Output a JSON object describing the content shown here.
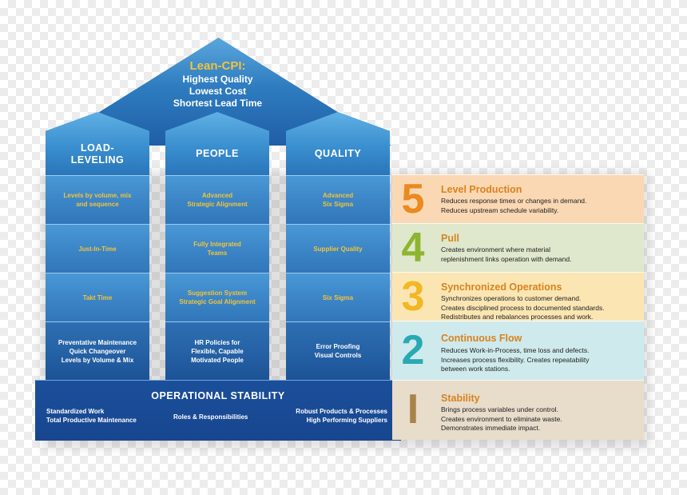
{
  "roof": {
    "title": "Lean-CPI:",
    "lines": [
      "Highest Quality",
      "Lowest Cost",
      "Shortest Lead Time"
    ]
  },
  "pillars": [
    {
      "title_lines": [
        "LOAD-",
        "LEVELING"
      ],
      "cells": [
        {
          "lines": [
            "Levels by volume, mix",
            "and sequence"
          ]
        },
        {
          "lines": [
            "Just-In-Time"
          ]
        },
        {
          "lines": [
            "Takt Time"
          ]
        },
        {
          "lines": [
            "Preventative Maintenance",
            "Quick Changeover",
            "Levels by Volume & Mix"
          ]
        }
      ]
    },
    {
      "title_lines": [
        "PEOPLE"
      ],
      "cells": [
        {
          "lines": [
            "Advanced",
            "Strategic Alignment"
          ]
        },
        {
          "lines": [
            "Fully Integrated",
            "Teams"
          ]
        },
        {
          "lines": [
            "Suggestion System",
            "Strategic Goal Alignment"
          ]
        },
        {
          "lines": [
            "HR Policies for",
            "Flexible, Capable",
            "Motivated People"
          ]
        }
      ]
    },
    {
      "title_lines": [
        "QUALITY"
      ],
      "cells": [
        {
          "lines": [
            "Advanced",
            "Six Sigma"
          ]
        },
        {
          "lines": [
            "Supplier Quality"
          ]
        },
        {
          "lines": [
            "Six Sigma"
          ]
        },
        {
          "lines": [
            "Error Proofing",
            "Visual Controls"
          ]
        }
      ]
    }
  ],
  "foundation": {
    "title": "OPERATIONAL STABILITY",
    "col1": [
      "Standardized Work",
      "Total Productive Maintenance"
    ],
    "col2": [
      "Roles & Responsibilities"
    ],
    "col3": [
      "Robust Products & Processes",
      "High Performing Suppliers"
    ]
  },
  "levels": [
    {
      "number": "5",
      "title": "Level Production",
      "desc": [
        "Reduces response times or changes in demand.",
        "Reduces upstream schedule variability."
      ],
      "bg": "#fbd8b4",
      "num_color": "#ea8a1f"
    },
    {
      "number": "4",
      "title": "Pull",
      "desc": [
        "Creates environment where material",
        "replenishment links operation with demand."
      ],
      "bg": "#dfe8cc",
      "num_color": "#8db530"
    },
    {
      "number": "3",
      "title": "Synchronized Operations",
      "desc": [
        "Synchronizes operations to customer demand.",
        "Creates disciplined process to documented standards.",
        "Redistributes and rebalances processes and work."
      ],
      "bg": "#fbe6b3",
      "num_color": "#f2b724"
    },
    {
      "number": "2",
      "title": "Continuous Flow",
      "desc": [
        "Reduces Work-in-Process, time loss and defects.",
        "Increases process flexibility.  Creates repeatability",
        "between work stations."
      ],
      "bg": "#cfeaec",
      "num_color": "#2aa9b4"
    },
    {
      "number": "I",
      "title": "Stability",
      "desc": [
        "Brings process variables under control.",
        "Creates environment to eliminate waste.",
        "Demonstrates immediate impact."
      ],
      "bg": "#e8dccb",
      "num_color": "#a8834a"
    }
  ]
}
